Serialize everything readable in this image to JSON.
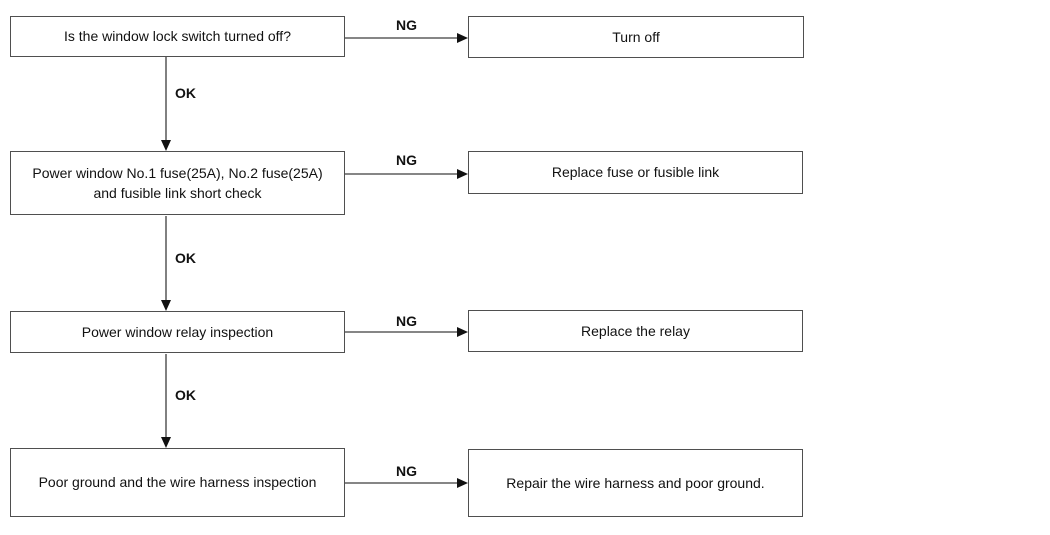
{
  "flowchart": {
    "rows": [
      {
        "check": "Is the window lock switch turned off?",
        "branch": "NG",
        "action": "Turn off"
      },
      {
        "check": "Power window No.1 fuse(25A), No.2 fuse(25A) and fusible link short check",
        "branch": "NG",
        "action": "Replace fuse or fusible link"
      },
      {
        "check": "Power window relay inspection",
        "branch": "NG",
        "action": "Replace the relay"
      },
      {
        "check": "Poor ground and the wire harness inspection",
        "branch": "NG",
        "action": "Repair the wire harness and poor ground."
      }
    ],
    "connectors": [
      {
        "label": "OK"
      },
      {
        "label": "OK"
      },
      {
        "label": "OK"
      }
    ],
    "colors": {
      "background": "#ffffff",
      "box_border": "#4f4f4f",
      "text": "#111111",
      "line": "#3d3d3d",
      "arrowhead": "#111111"
    }
  }
}
